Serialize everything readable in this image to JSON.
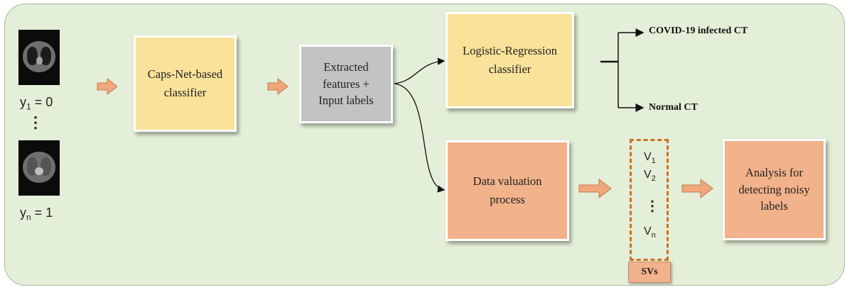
{
  "inputs": {
    "first_label_var": "y",
    "first_label_sub": "1",
    "first_label_value": " = 0",
    "ellipsis": "⋮",
    "last_label_var": "y",
    "last_label_sub": "n",
    "last_label_value": " = 1"
  },
  "boxes": {
    "capsnet": "Caps-Net-based classifier",
    "features": "Extracted features + Input labels",
    "logreg": "Logistic-Regression classifier",
    "valuation": "Data valuation process",
    "analysis": "Analysis for detecting noisy labels"
  },
  "outputs": {
    "positive": "COVID-19 infected CT",
    "negative": "Normal CT"
  },
  "shapley_values": {
    "v1_var": "V",
    "v1_sub": "1",
    "v2_var": "V",
    "v2_sub": "2",
    "ellipsis": "⋮",
    "vn_var": "V",
    "vn_sub": "n",
    "tag": "SVs"
  },
  "colors": {
    "panel": "#e3efd8",
    "yellow_box": "#f9e29a",
    "gray_box": "#c3c3c3",
    "salmon_box": "#f2b28b",
    "block_arrow": "#f0a77c",
    "dashed_border": "#d07020"
  }
}
